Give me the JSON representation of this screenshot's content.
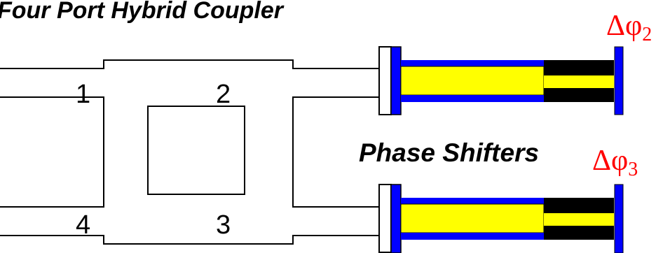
{
  "title": "Four Port Hybrid Coupler",
  "subtitle": "Phase Shifters",
  "ports": {
    "p1": "1",
    "p2": "2",
    "p3": "3",
    "p4": "4"
  },
  "phase_labels": {
    "top": {
      "symbol": "Δφ",
      "subscript": "2"
    },
    "bottom": {
      "symbol": "Δφ",
      "subscript": "3"
    }
  },
  "colors": {
    "line": "#000000",
    "blue": "#0000ff",
    "yellow": "#ffff00",
    "black": "#000000",
    "phase_label": "#ff0000",
    "background": "#ffffff",
    "flange": "#ffffff"
  }
}
